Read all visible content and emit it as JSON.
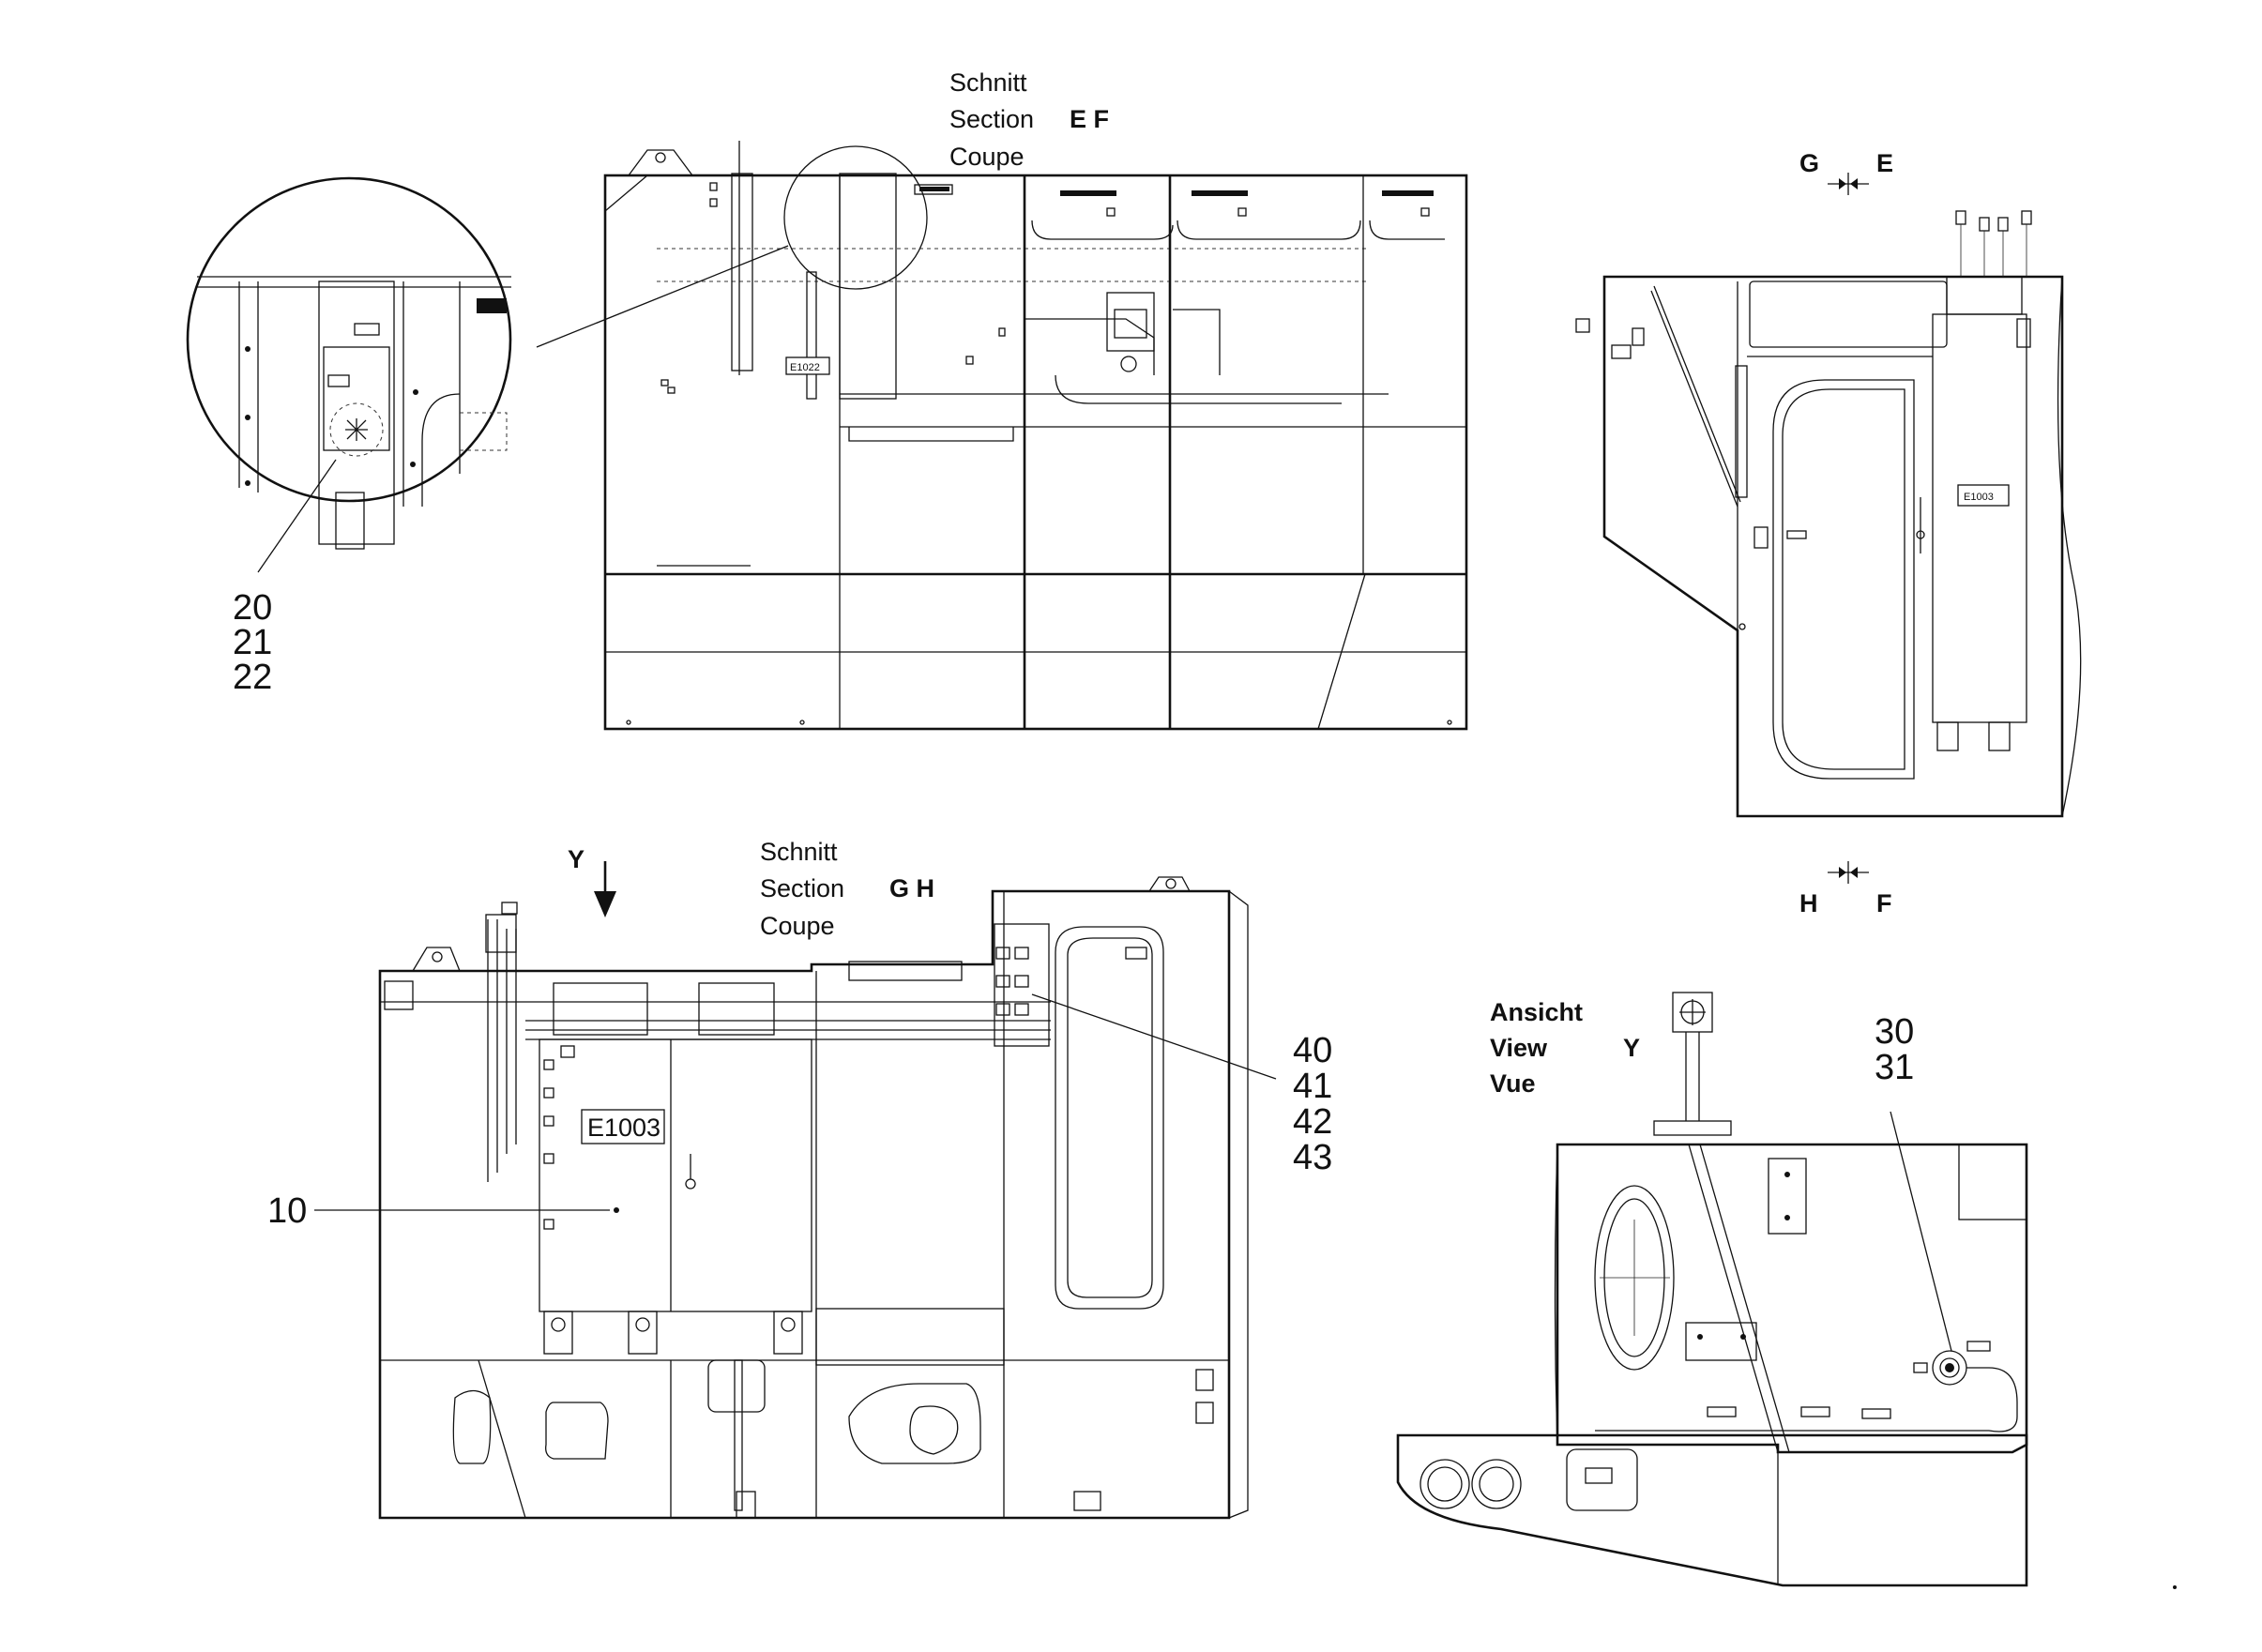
{
  "top_view": {
    "section_lines": [
      "Schnitt",
      "Section",
      "Coupe"
    ],
    "section_id": "E F",
    "detail_callouts": [
      "20",
      "21",
      "22"
    ],
    "tags": [
      "E1022"
    ]
  },
  "right_section": {
    "top_marker": {
      "left": "G",
      "right": "E"
    },
    "bottom_marker": {
      "left": "H",
      "right": "F"
    },
    "cabinet_tag": "E1003"
  },
  "front_view": {
    "view_arrow_label": "Y",
    "section_lines": [
      "Schnitt",
      "Section",
      "Coupe"
    ],
    "section_id": "G H",
    "cabinet_tag": "E1003",
    "callout_10": "10",
    "callouts_right": [
      "40",
      "41",
      "42",
      "43"
    ]
  },
  "view_y": {
    "lines": [
      "Ansicht",
      "View",
      "Vue"
    ],
    "view_id": "Y",
    "callouts": [
      "30",
      "31"
    ]
  }
}
